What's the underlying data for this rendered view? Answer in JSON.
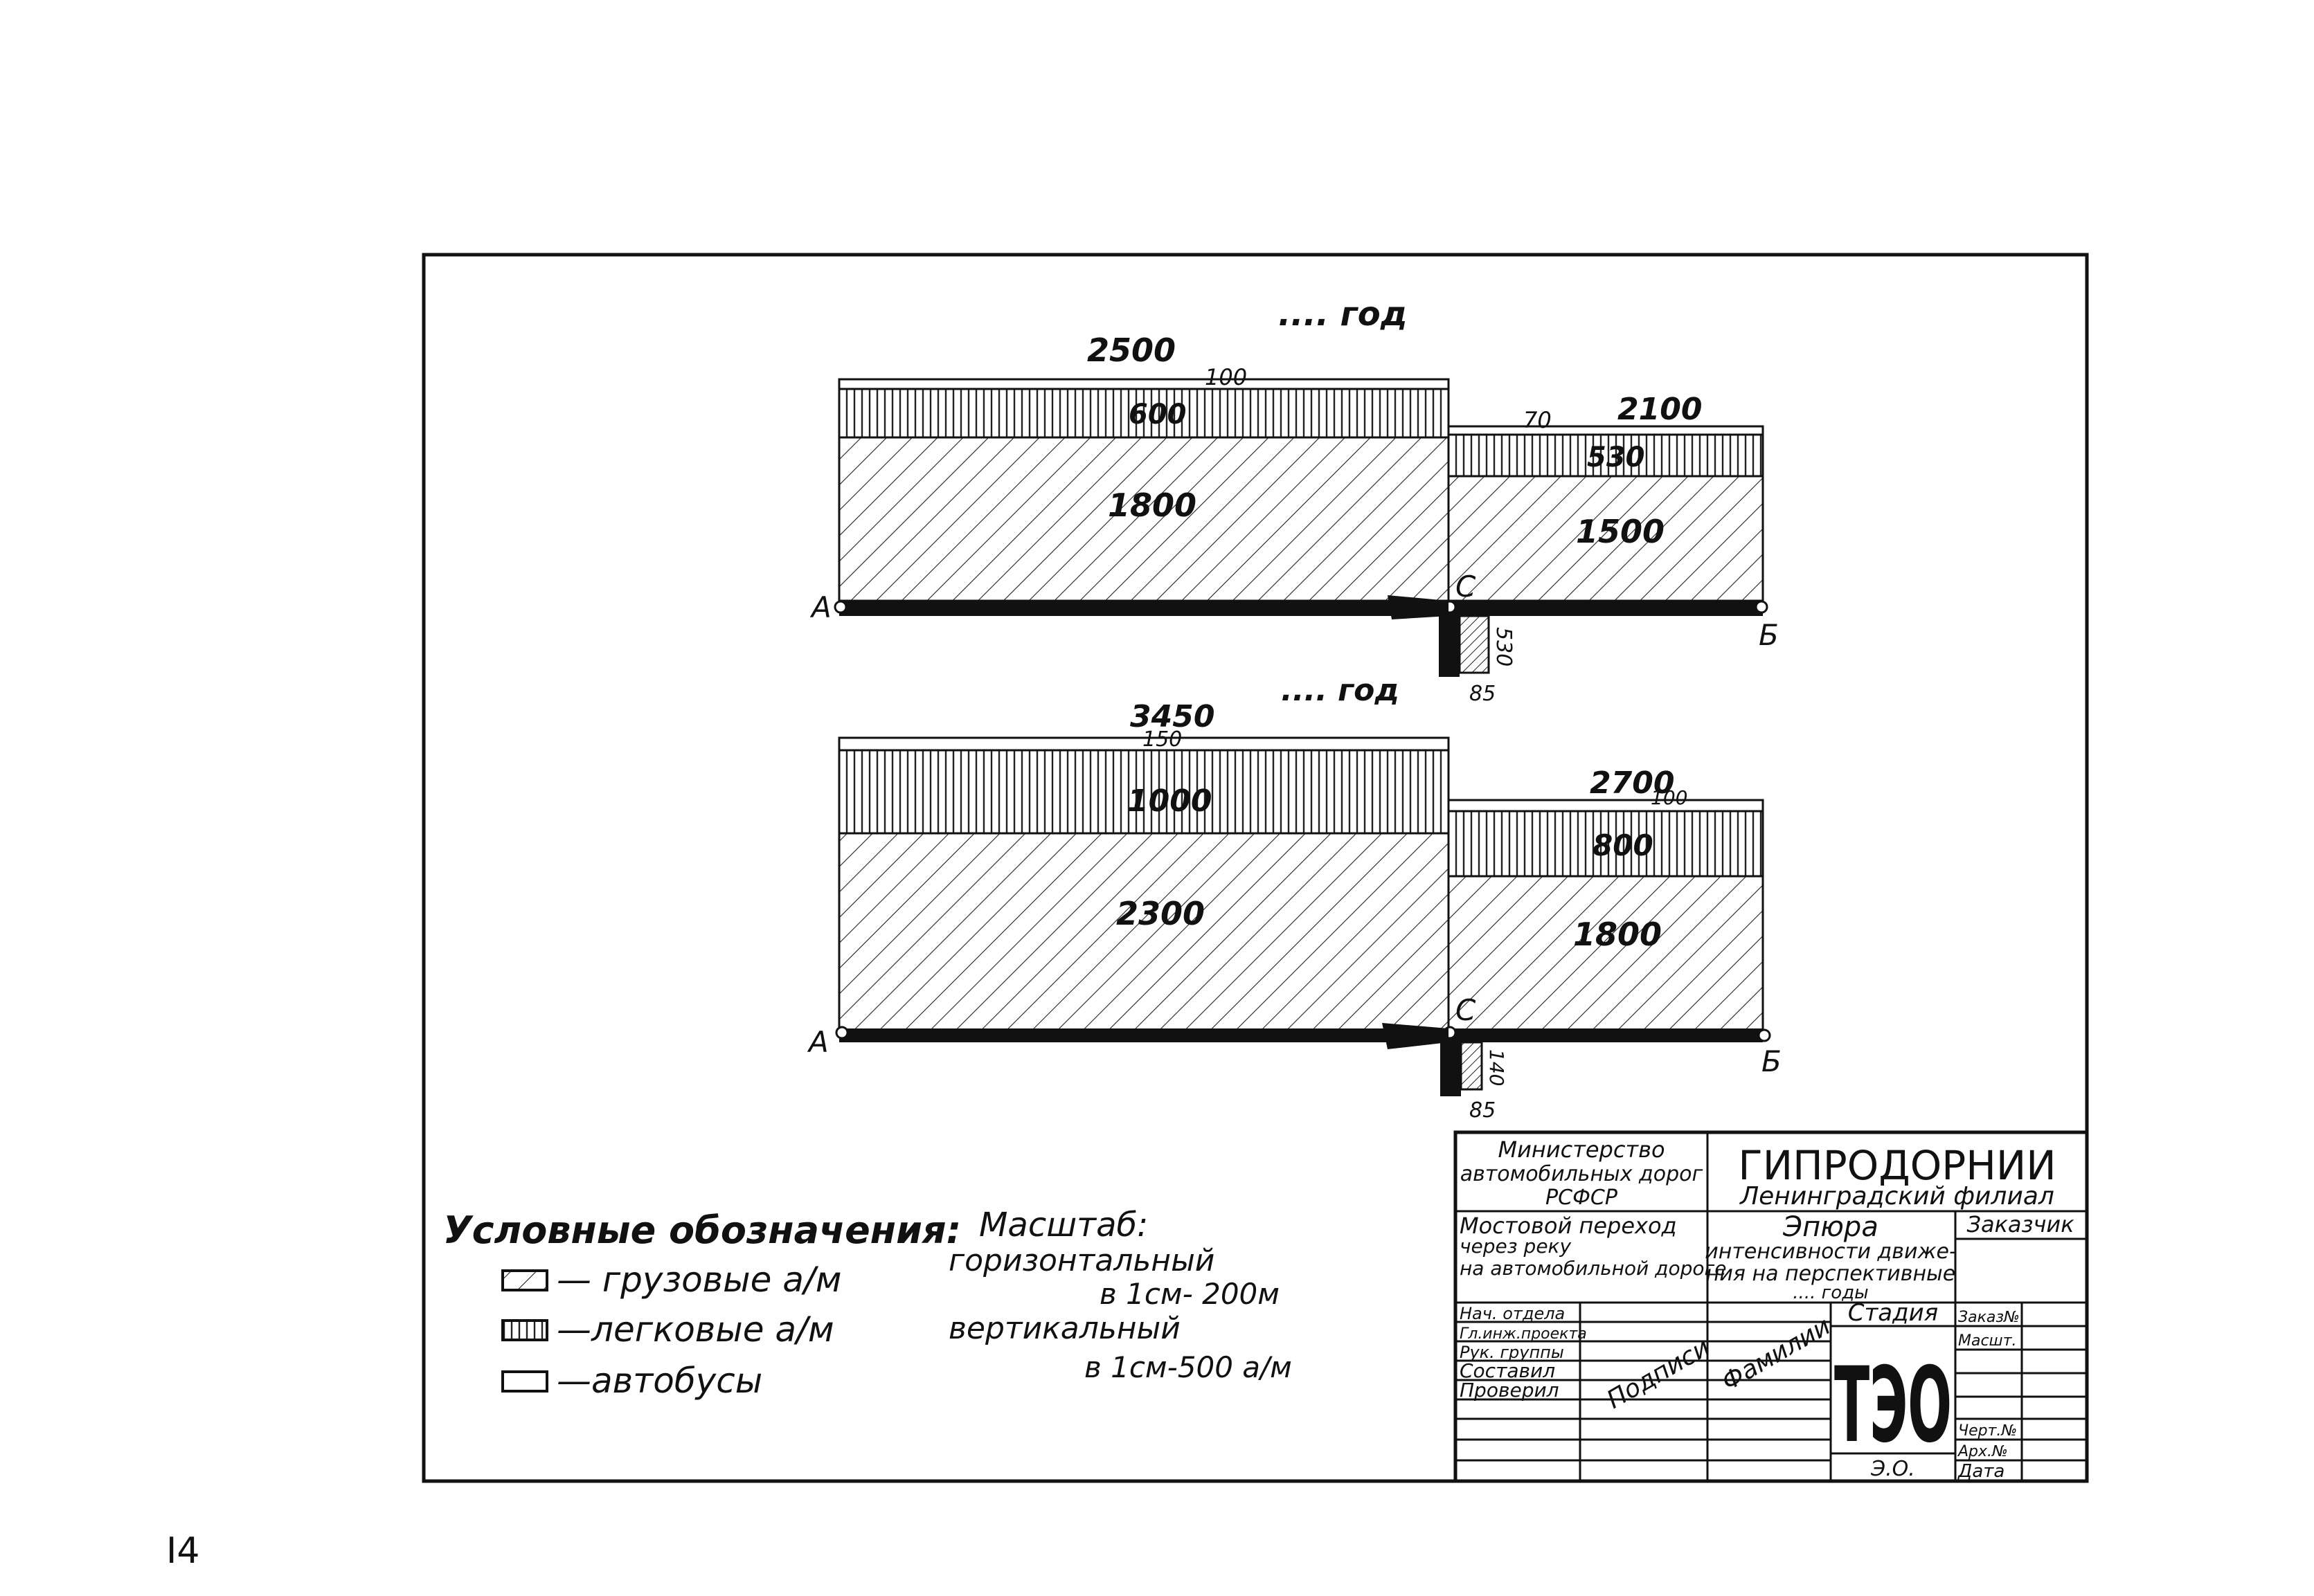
{
  "page_number": "I4",
  "diagrams": [
    {
      "year_label": ".... год",
      "left": {
        "total": "2500",
        "buses": "100",
        "cars": "600",
        "trucks": "1800"
      },
      "right": {
        "total": "2100",
        "buses": "70",
        "cars": "530",
        "trucks": "1500"
      },
      "branch_value": "530",
      "branch_label": "85",
      "point_a": "А",
      "point_c": "С",
      "point_b": "Б"
    },
    {
      "year_label": ".... год",
      "left": {
        "total": "3450",
        "buses": "150",
        "cars": "1000",
        "trucks": "2300"
      },
      "right": {
        "total": "2700",
        "buses": "100",
        "cars": "800",
        "trucks": "1800"
      },
      "branch_value": "140",
      "branch_label": "85",
      "point_a": "А",
      "point_c": "С",
      "point_b": "Б"
    }
  ],
  "legend": {
    "title": "Условные обозначения:",
    "items": [
      "— грузовые а/м",
      "—легковые а/м",
      "—автобусы"
    ]
  },
  "scale": {
    "title": "Масштаб:",
    "horizontal_label": "горизонтальный",
    "horizontal_value": "в 1см- 200м",
    "vertical_label": "вертикальный",
    "vertical_value": "в 1см-500 а/м"
  },
  "title_block": {
    "ministry": [
      "Министерство",
      "автомобильных дорог",
      "РСФСР"
    ],
    "org": "ГИПРОДОРНИИ",
    "branch": "Ленинградский филиал",
    "project": [
      "Мостовой переход",
      "через реку",
      "на автомобильной дороге"
    ],
    "drawing_title": [
      "Эпюра",
      "интенсивности движе-",
      "ния на перспективные",
      ".... годы"
    ],
    "customer": "Заказчик",
    "roles": [
      "Нач. отдела",
      "Гл.инж.проекта",
      "Рук. группы",
      "Составил",
      "Проверил"
    ],
    "signatures": "Подписи",
    "surnames": "Фамилии",
    "stage_label": "Стадия",
    "stage_value": "ТЭО",
    "sub_stage": "Э.О.",
    "right_labels": [
      "Заказ№",
      "Масшт.",
      "Черт.№",
      "Арх.№",
      "Дата"
    ]
  }
}
